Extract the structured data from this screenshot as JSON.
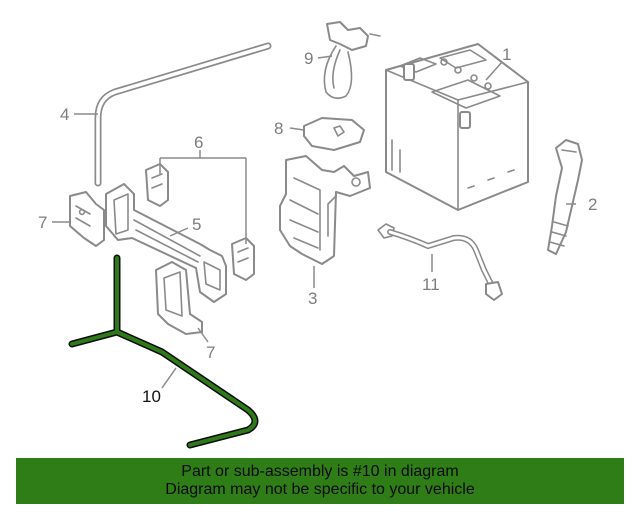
{
  "callouts": {
    "c1": "1",
    "c2": "2",
    "c3": "3",
    "c4": "4",
    "c5": "5",
    "c6": "6",
    "c7a": "7",
    "c7b": "7",
    "c8": "8",
    "c9": "9",
    "c10": "10",
    "c11": "11"
  },
  "banner": {
    "line1": "Part or sub-assembly is #10 in diagram",
    "line2": "Diagram may not be specific to your vehicle"
  },
  "colors": {
    "highlight": "#1f5a0c",
    "banner_bg": "#2f7d17",
    "parts": "#8a8a8a"
  }
}
